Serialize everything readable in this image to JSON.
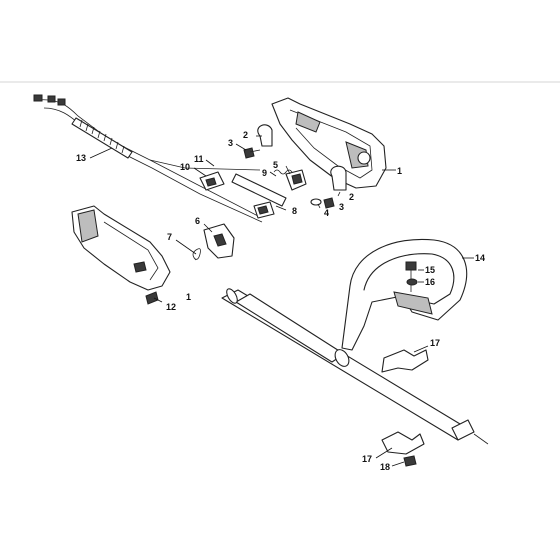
{
  "callouts": [
    "1",
    "2",
    "3",
    "4",
    "5",
    "6",
    "7",
    "8",
    "9",
    "10",
    "11",
    "12",
    "13",
    "14",
    "15",
    "16",
    "17",
    "18"
  ],
  "colors": {
    "line": "#222222",
    "fill_dark": "#3a3a3a",
    "fill_mid": "#bdbdbd",
    "background": "#ffffff",
    "divider": "#d6d6d6"
  }
}
